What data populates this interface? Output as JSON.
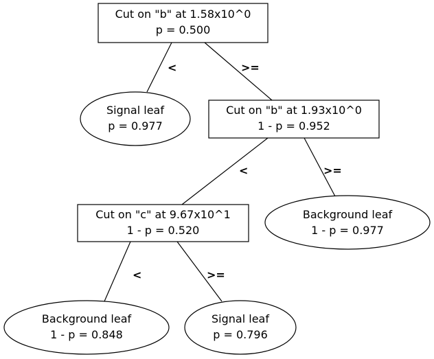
{
  "nodes": {
    "root": {
      "line1": "Cut on \"b\" at 1.58x10^0",
      "line2": "p = 0.500"
    },
    "signal_leaf_1": {
      "line1": "Signal leaf",
      "line2": "p = 0.977"
    },
    "cut_b_2": {
      "line1": "Cut on \"b\" at 1.93x10^0",
      "line2": "1 - p = 0.952"
    },
    "cut_c": {
      "line1": "Cut on \"c\" at 9.67x10^1",
      "line2": "1 - p = 0.520"
    },
    "background_leaf_1": {
      "line1": "Background leaf",
      "line2": "1 - p = 0.977"
    },
    "background_leaf_2": {
      "line1": "Background leaf",
      "line2": "1 - p = 0.848"
    },
    "signal_leaf_2": {
      "line1": "Signal leaf",
      "line2": "p = 0.796"
    }
  },
  "edges": {
    "root_left": "<",
    "root_right": ">=",
    "cut_b_2_left": "<",
    "cut_b_2_right": ">=",
    "cut_c_left": "<",
    "cut_c_right": ">="
  }
}
